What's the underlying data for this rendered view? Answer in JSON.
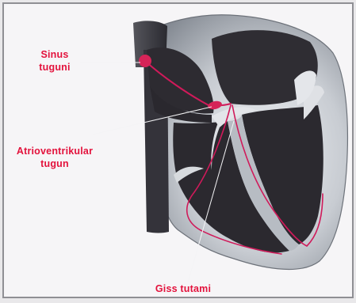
{
  "labels": {
    "sinus_line1": "Sinus",
    "sinus_line2": "tuguni",
    "av_line1": "Atrioventrikular",
    "av_line2": "tugun",
    "giss": "Giss tutami"
  },
  "colors": {
    "label": "#e3123c",
    "conduction": "#d01a5a",
    "myocardium_outer": "#9aa0a8",
    "chamber": "#2c2a2e",
    "background": "#f6f5f7"
  }
}
